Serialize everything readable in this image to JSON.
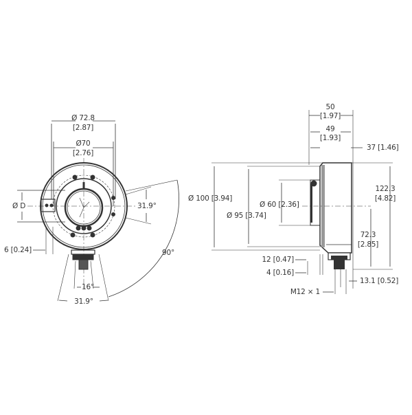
{
  "drawing": {
    "title": "Hollow shaft encoder dimensional drawing",
    "stroke_color": "#333333",
    "fill_gray": "#999999",
    "front_view": {
      "outer_diameter": "Ø 72.8",
      "outer_diameter_in": "[2.87]",
      "inner_diameter": "Ø70",
      "inner_diameter_in": "[2.76]",
      "shaft_diameter": "Ø D",
      "offset": "6 [0.24]",
      "angle_right": "31.9°",
      "angle_bottom_inner": "16°",
      "angle_bottom_outer": "31.9°",
      "angle_arc": "90°"
    },
    "side_view": {
      "width_total": "50",
      "width_total_in": "[1.97]",
      "width_body": "49",
      "width_body_in": "[1.93]",
      "width_rear": "37 [1.46]",
      "dia_100": "Ø 100 [3.94]",
      "dia_95": "Ø 95 [3.74]",
      "dia_60": "Ø 60 [2.36]",
      "height_total": "122.3",
      "height_total_in": "[4.82]",
      "height_center": "72.3",
      "height_center_in": "[2.85]",
      "flange_12": "12 [0.47]",
      "flange_4": "4 [0.16]",
      "connector_offset": "13.1 [0.52]",
      "connector_thread": "M12 × 1"
    }
  }
}
